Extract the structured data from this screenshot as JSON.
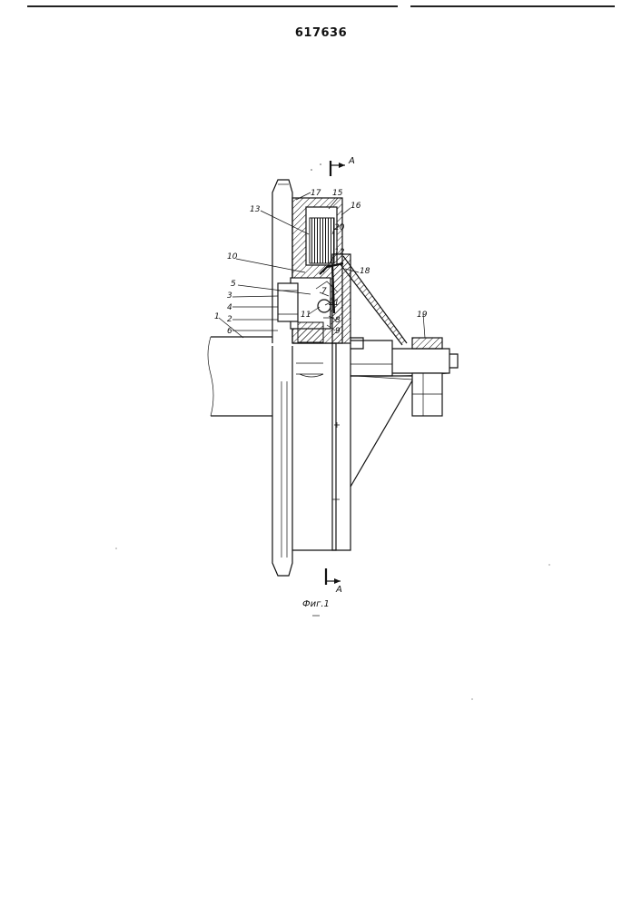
{
  "patent_number": "617636",
  "figure_caption": "Фиг.1",
  "section_marks": {
    "top": "A",
    "bottom": "A"
  },
  "callouts": [
    {
      "id": "c17",
      "text": "17"
    },
    {
      "id": "c15",
      "text": "15"
    },
    {
      "id": "c16",
      "text": "16"
    },
    {
      "id": "c13",
      "text": "13"
    },
    {
      "id": "c20",
      "text": "20"
    },
    {
      "id": "c12",
      "text": "12"
    },
    {
      "id": "c10",
      "text": "10"
    },
    {
      "id": "c18",
      "text": "18"
    },
    {
      "id": "c5",
      "text": "5"
    },
    {
      "id": "c7",
      "text": "7"
    },
    {
      "id": "c3",
      "text": "3"
    },
    {
      "id": "c21",
      "text": "21"
    },
    {
      "id": "c4",
      "text": "4"
    },
    {
      "id": "c11",
      "text": "11"
    },
    {
      "id": "c19",
      "text": "19"
    },
    {
      "id": "c1",
      "text": "1"
    },
    {
      "id": "c2",
      "text": "2"
    },
    {
      "id": "c8",
      "text": "8"
    },
    {
      "id": "c6",
      "text": "6"
    },
    {
      "id": "c9",
      "text": "9"
    }
  ]
}
